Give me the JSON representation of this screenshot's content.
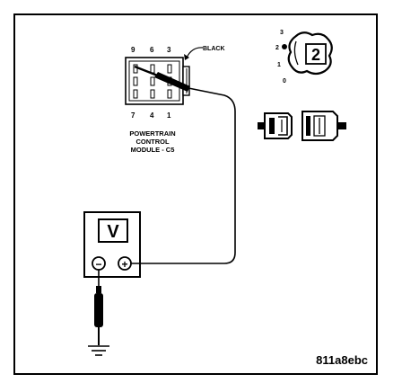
{
  "connector": {
    "top_pins": [
      "9",
      "6",
      "3"
    ],
    "bottom_pins": [
      "7",
      "4",
      "1"
    ],
    "wire_color": "BLACK",
    "name_lines": [
      "POWERTRAIN",
      "CONTROL",
      "MODULE - C5"
    ]
  },
  "ignition": {
    "positions": [
      "3",
      "2",
      "1",
      "0"
    ],
    "key_label": "2"
  },
  "meter": {
    "display": "V",
    "negative_symbol": "−",
    "positive_symbol": "+"
  },
  "figure_id": "811a8ebc",
  "colors": {
    "ink": "#000000",
    "background": "#ffffff"
  }
}
